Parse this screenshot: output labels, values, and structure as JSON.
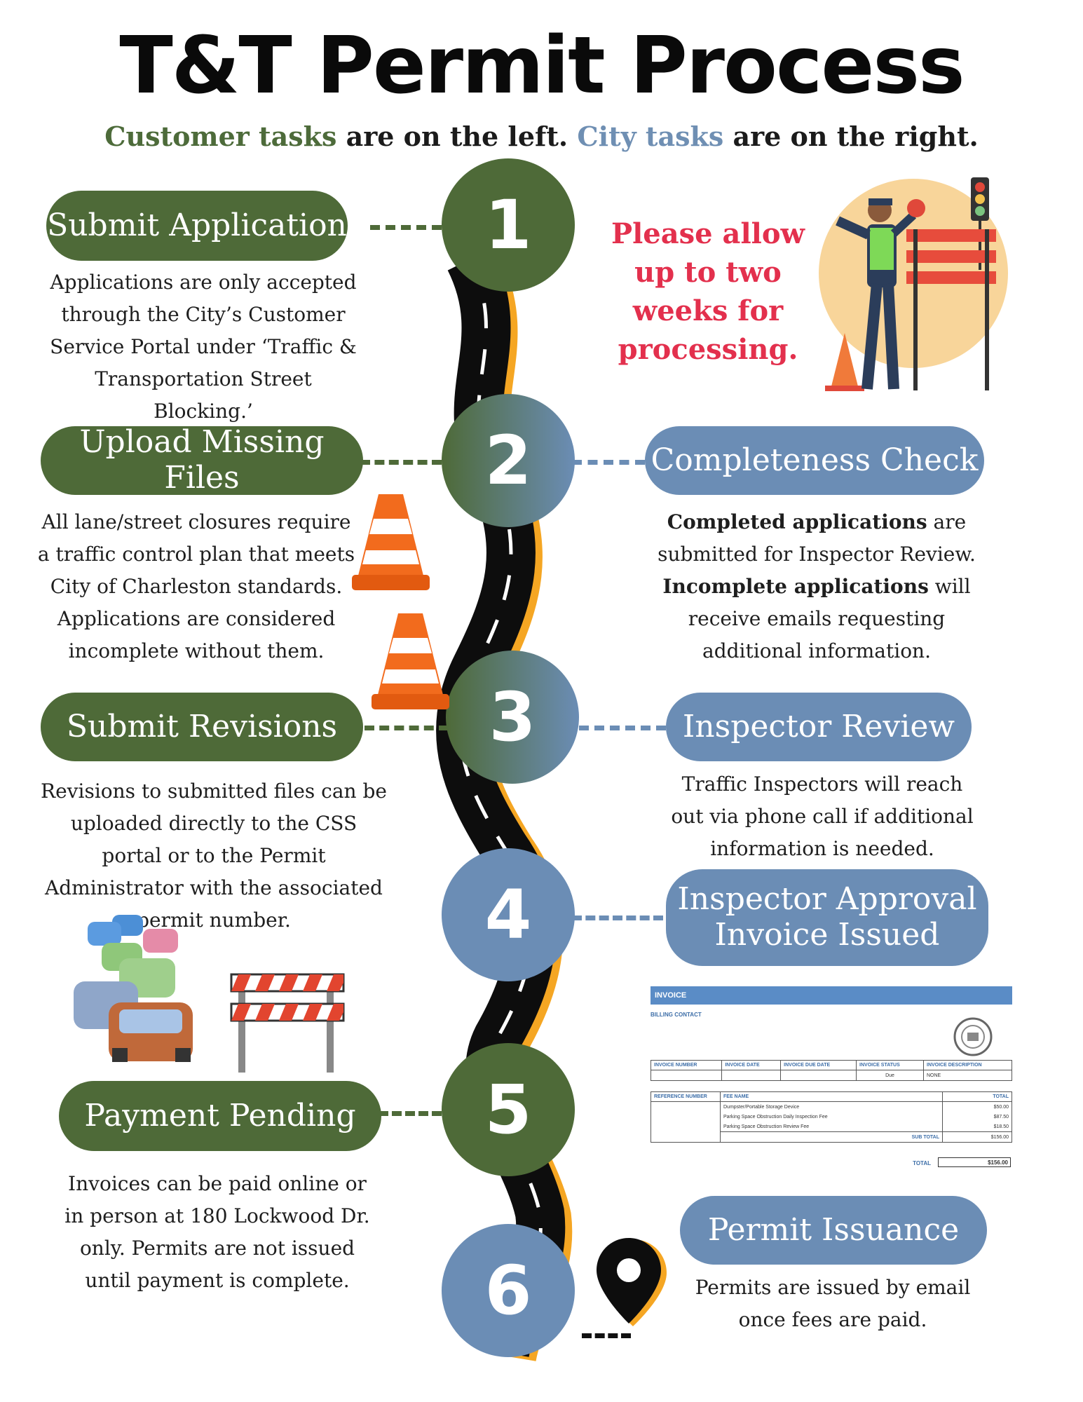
{
  "header": {
    "title": "T&T Permit Process",
    "subtitle_customer": "Customer tasks",
    "subtitle_mid": " are on the left. ",
    "subtitle_city": "City tasks",
    "subtitle_end": " are on the right."
  },
  "notice": "Please allow up to two weeks for processing.",
  "steps": [
    {
      "number": "1",
      "label": "Submit Application",
      "desc": "Applications are only accepted through the City’s Customer Service Portal under ‘Traffic & Transportation Street Blocking.’"
    },
    {
      "number": "2",
      "label": "Upload Missing Files",
      "desc": "All lane/street closures require a traffic control plan that meets City of Charleston standards. Applications are considered incomplete without them."
    },
    {
      "number": "3",
      "label": "Submit Revisions",
      "desc": "Revisions to submitted files can be uploaded directly to the CSS portal or to the Permit Administrator with the associated permit number."
    },
    {
      "number": "4"
    },
    {
      "number": "5",
      "label": "Payment Pending",
      "desc": "Invoices can be paid online or in person at 180 Lockwood Dr. only. Permits are not issued until payment is complete."
    },
    {
      "number": "6"
    }
  ],
  "city": {
    "completeness": {
      "label": "Completeness Check",
      "b1": "Completed applications",
      "t1": " are submitted for Inspector Review. ",
      "b2": "Incomplete applications",
      "t2": " will receive emails requesting additional information."
    },
    "review": {
      "label": "Inspector Review",
      "desc": "Traffic Inspectors will reach out via phone call if additional information is needed."
    },
    "approval": {
      "line1": "Inspector Approval",
      "line2": "Invoice Issued"
    },
    "issuance": {
      "label": "Permit Issuance",
      "desc": "Permits are issued by email once fees are paid."
    }
  },
  "invoice": {
    "title": "INVOICE",
    "billing": "BILLING CONTACT",
    "head": [
      "INVOICE NUMBER",
      "INVOICE DATE",
      "INVOICE DUE DATE",
      "INVOICE STATUS",
      "INVOICE DESCRIPTION"
    ],
    "status": "Due",
    "description": "NONE",
    "fee_head": [
      "REFERENCE NUMBER",
      "FEE NAME",
      "TOTAL"
    ],
    "fees": [
      {
        "name": "Dumpster/Portable Storage Device",
        "amount": "$50.00"
      },
      {
        "name": "Parking Space Obstruction Daily Inspection Fee",
        "amount": "$87.50"
      },
      {
        "name": "Parking Space Obstruction Review Fee",
        "amount": "$18.50"
      }
    ],
    "subtotal_label": "SUB TOTAL",
    "subtotal": "$156.00",
    "total_label": "TOTAL",
    "total": "$156.00"
  },
  "colors": {
    "customer_green": "#4e6a38",
    "city_blue": "#6b8db5",
    "notice_red": "#e3304d",
    "road_edge": "#f5a623"
  },
  "icons": [
    "road-illustration",
    "flagger-illustration",
    "traffic-cone-icon",
    "traffic-jam-illustration",
    "road-barrier-icon",
    "location-pin-icon",
    "city-seal-icon"
  ]
}
